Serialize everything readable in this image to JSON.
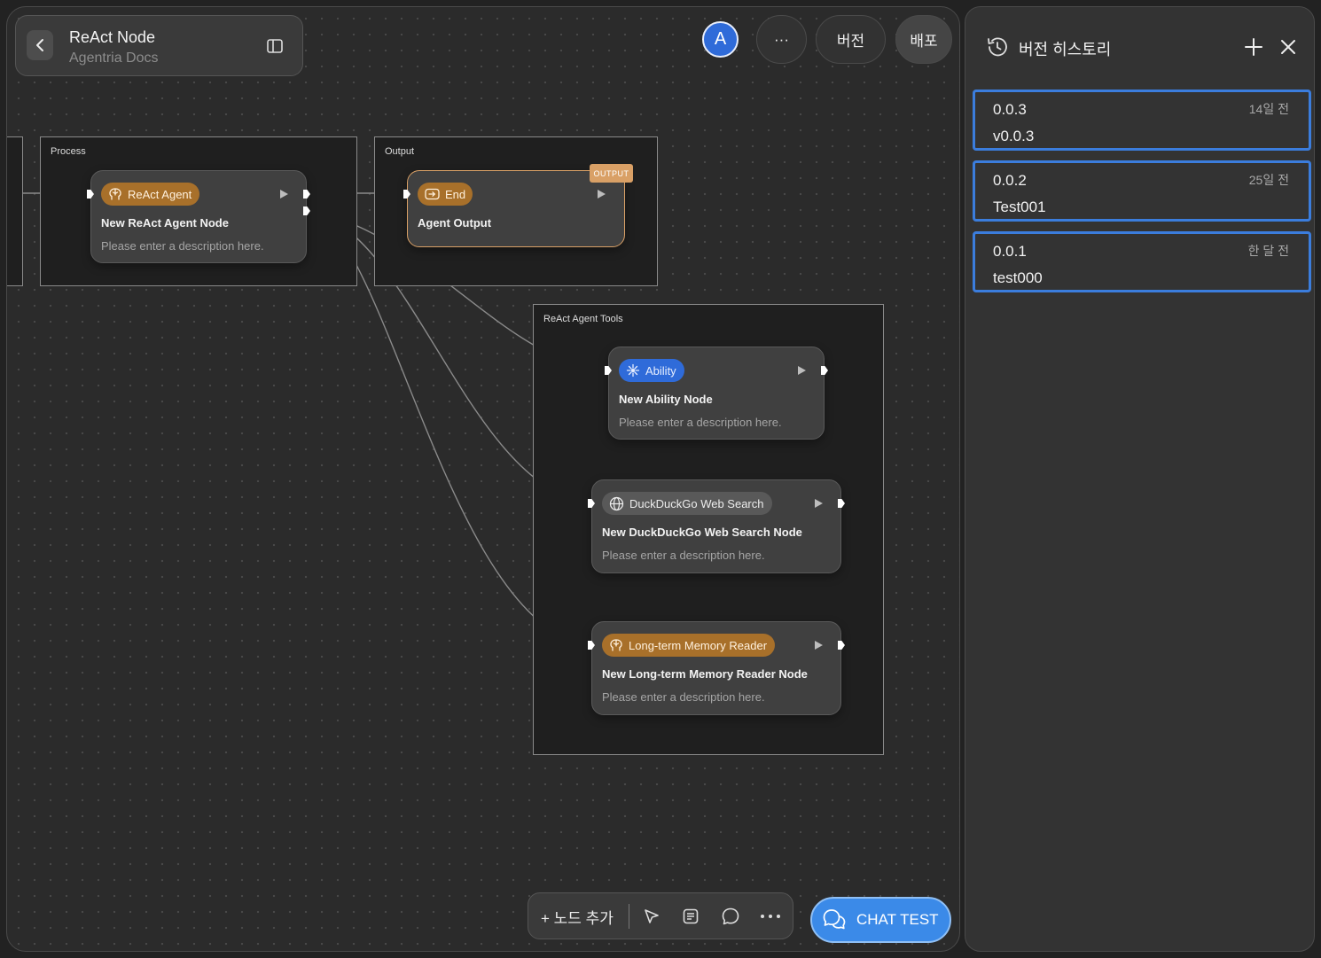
{
  "header": {
    "title": "ReAct Node",
    "subtitle": "Agentria Docs",
    "avatar_initial": "A",
    "more_label": "···",
    "version_label": "버전",
    "deploy_label": "배포"
  },
  "groups": {
    "process": "Process",
    "output": "Output",
    "tools": "ReAct Agent Tools"
  },
  "nodes": {
    "react_agent": {
      "type_label": "ReAct Agent",
      "title": "New ReAct Agent Node",
      "description": "Please enter a description here."
    },
    "end": {
      "type_label": "End",
      "title": "Agent Output",
      "badge": "OUTPUT"
    },
    "ability": {
      "type_label": "Ability",
      "title": "New Ability Node",
      "description": "Please enter a description here."
    },
    "duckduckgo": {
      "type_label": "DuckDuckGo Web Search",
      "title": "New DuckDuckGo Web Search Node",
      "description": "Please enter a description here."
    },
    "memory": {
      "type_label": "Long-term Memory Reader",
      "title": "New Long-term Memory Reader Node",
      "description": "Please enter a description here."
    }
  },
  "toolbar": {
    "add_node_label": "+ 노드 추가",
    "chat_test_label": "CHAT TEST"
  },
  "history": {
    "title": "버전 히스토리",
    "versions": [
      {
        "number": "0.0.3",
        "name": "v0.0.3",
        "time": "14일 전"
      },
      {
        "number": "0.0.2",
        "name": "Test001",
        "time": "25일 전"
      },
      {
        "number": "0.0.1",
        "name": "test000",
        "time": "한 달 전"
      }
    ]
  },
  "colors": {
    "accent_blue": "#3b7ddd",
    "agent_orange": "#a8702a",
    "output_orange": "#d9a066",
    "canvas_bg": "#2b2b2b"
  }
}
